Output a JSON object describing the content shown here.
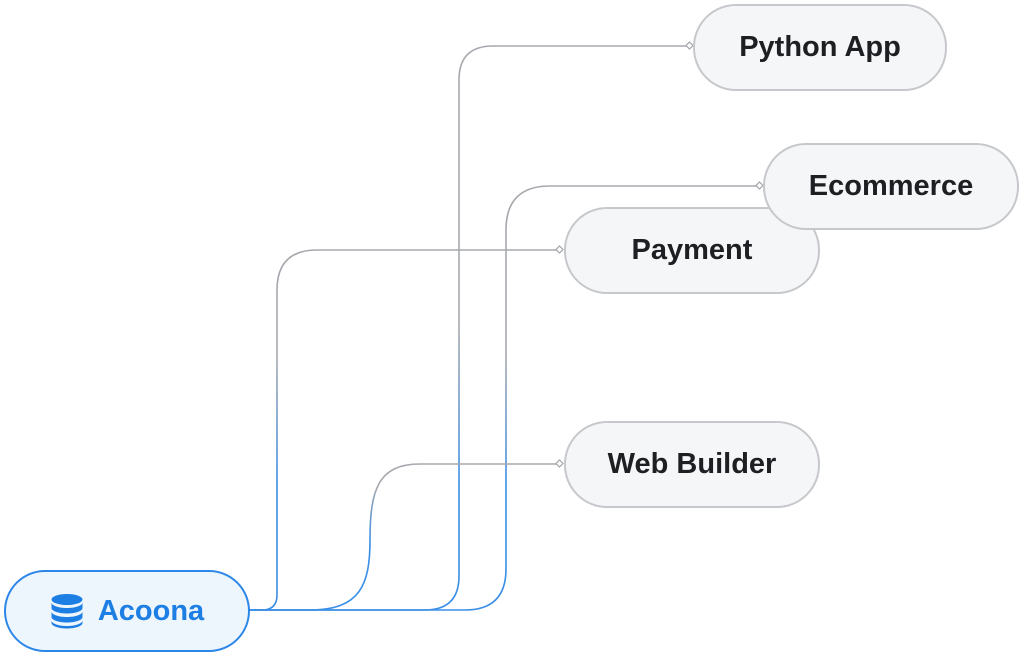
{
  "diagram": {
    "root": {
      "label": "Acoona",
      "icon": "database-icon"
    },
    "children": [
      {
        "id": "python-app",
        "label": "Python App"
      },
      {
        "id": "ecommerce",
        "label": "Ecommerce"
      },
      {
        "id": "payment",
        "label": "Payment"
      },
      {
        "id": "web-builder",
        "label": "Web Builder"
      }
    ],
    "colors": {
      "root_stroke": "#2c87e8",
      "root_fill": "#eef6fd",
      "root_text": "#1d7ee3",
      "node_stroke": "#c6c8cc",
      "node_fill": "#f5f6f7",
      "node_text": "#1d1f23",
      "edge_near_root": "#3a8ee6",
      "edge_far": "#a5a8ad"
    }
  }
}
